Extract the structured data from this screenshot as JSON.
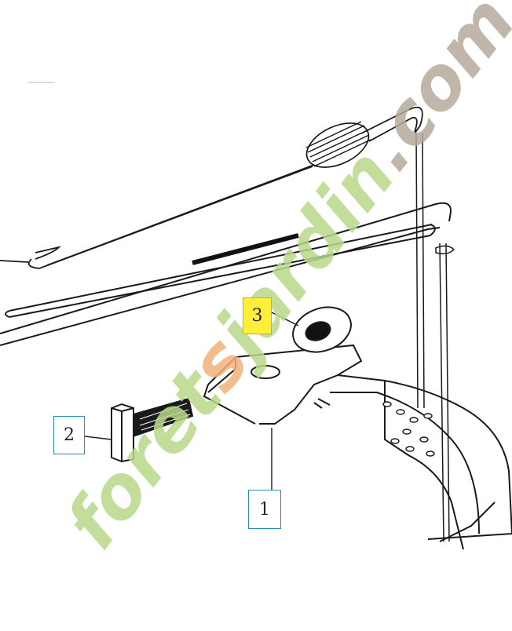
{
  "diagram": {
    "callouts": [
      {
        "id": "1",
        "label": "1",
        "highlighted": false
      },
      {
        "id": "2",
        "label": "2",
        "highlighted": false
      },
      {
        "id": "3",
        "label": "3",
        "highlighted": true
      }
    ],
    "colors": {
      "line": "#1a1a1a",
      "callout_border": "#2a8fb0",
      "highlight": "#ffef3a",
      "watermark_green": "#b9d98a",
      "watermark_orange": "#f2b27a",
      "watermark_gray": "#b6aa9c"
    }
  },
  "watermark": {
    "text": "foretsjardin.com"
  }
}
